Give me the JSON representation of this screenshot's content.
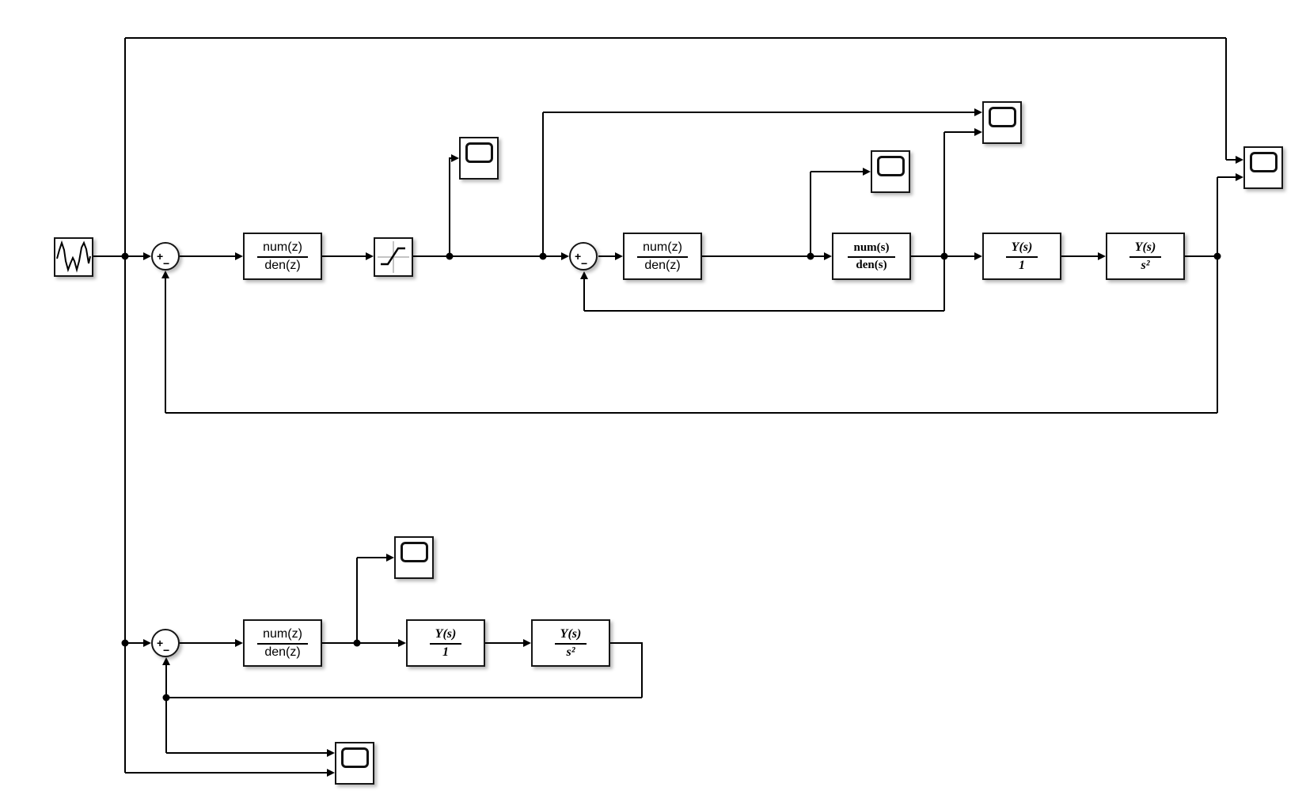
{
  "app": "simulink-model-diagram",
  "colors": {
    "line": "#000000",
    "background": "#ffffff",
    "block_fill": "#ffffff",
    "block_border": "#161616"
  },
  "labels": {
    "tf_z": {
      "num": "num(z)",
      "den": "den(z)"
    },
    "tf_s": {
      "num": "num(s)",
      "den": "den(s)"
    },
    "ys_1": {
      "num": "Y(s)",
      "den": "1"
    },
    "ys_s2": {
      "num": "Y(s)",
      "den": "s²"
    },
    "sum": {
      "plus": "+",
      "minus": "−"
    }
  },
  "icons": {
    "source": "random-waveform-icon",
    "saturation": "saturation-curve-icon",
    "scope": "scope-screen-icon",
    "arrow": "arrowhead"
  }
}
